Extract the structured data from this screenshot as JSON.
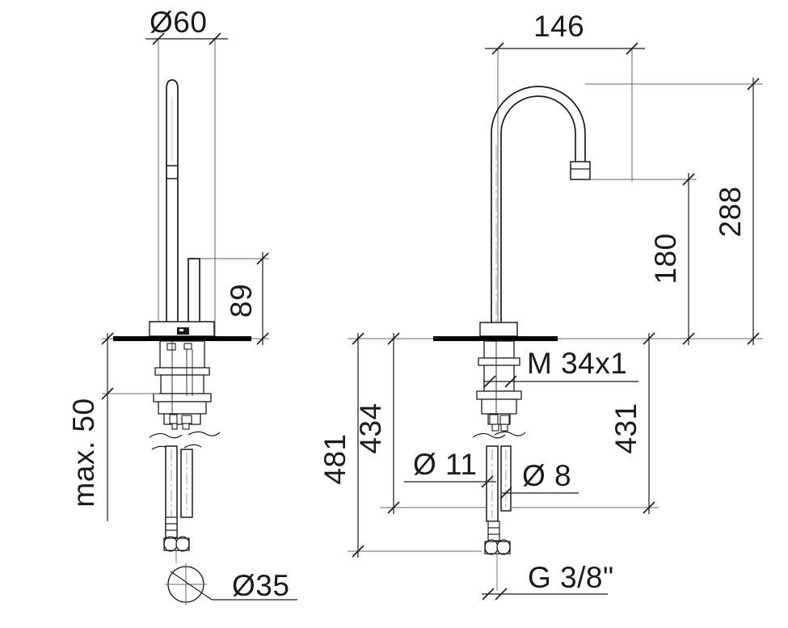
{
  "drawing": {
    "type": "technical-dimension-drawing",
    "subject": "single-lever basin mixer faucet - two elevation views",
    "units": "mm",
    "line_color": "#1a1a1a",
    "thin_line_color": "#555555",
    "background": "#ffffff"
  },
  "views": {
    "left": {
      "name": "side-elevation-view",
      "description": "side view of faucet with slim cylindrical spout and side lever handle"
    },
    "right": {
      "name": "front-elevation-view",
      "description": "front view of faucet with gooseneck arch spout"
    }
  },
  "dimensions": {
    "left_view": [
      {
        "id": "dia-60",
        "label": "Ø 60",
        "value": "60",
        "symbol": "diameter",
        "orientation": "horizontal",
        "position": "top"
      },
      {
        "id": "h-89",
        "label": "89",
        "value": "89",
        "symbol": "none",
        "orientation": "vertical",
        "position": "right"
      },
      {
        "id": "max-50",
        "label": "max. 50",
        "value": "50",
        "symbol": "max",
        "orientation": "vertical",
        "position": "left"
      },
      {
        "id": "dia-35",
        "label": "Ø 35",
        "value": "35",
        "symbol": "diameter",
        "orientation": "leader",
        "position": "bottom"
      }
    ],
    "right_view": [
      {
        "id": "w-146",
        "label": "146",
        "value": "146",
        "symbol": "none",
        "orientation": "horizontal",
        "position": "top"
      },
      {
        "id": "h-288",
        "label": "288",
        "value": "288",
        "symbol": "none",
        "orientation": "vertical",
        "position": "right-outer"
      },
      {
        "id": "h-180",
        "label": "180",
        "value": "180",
        "symbol": "none",
        "orientation": "vertical",
        "position": "right-inner"
      },
      {
        "id": "h-481",
        "label": "481",
        "value": "481",
        "symbol": "none",
        "orientation": "vertical",
        "position": "left-outer"
      },
      {
        "id": "h-434",
        "label": "434",
        "value": "434",
        "symbol": "none",
        "orientation": "vertical",
        "position": "left-inner"
      },
      {
        "id": "h-431",
        "label": "431",
        "value": "431",
        "symbol": "none",
        "orientation": "vertical",
        "position": "right"
      },
      {
        "id": "thread-m34",
        "label": "M 34x1",
        "value": "M 34x1",
        "symbol": "thread",
        "orientation": "leader",
        "position": "center"
      },
      {
        "id": "dia-11",
        "label": "Ø 11",
        "value": "11",
        "symbol": "diameter",
        "orientation": "leader",
        "position": "lower-left"
      },
      {
        "id": "dia-8",
        "label": "Ø 8",
        "value": "8",
        "symbol": "diameter",
        "orientation": "leader",
        "position": "lower-right"
      },
      {
        "id": "thread-g38",
        "label": "G 3/8\"",
        "value": "G 3/8\"",
        "symbol": "thread",
        "orientation": "leader",
        "position": "bottom"
      }
    ]
  },
  "labels": {
    "dia60": "Ø60",
    "h89": "89",
    "max50": "max. 50",
    "dia35": "Ø35",
    "w146": "146",
    "h288": "288",
    "h180": "180",
    "h481": "481",
    "h434": "434",
    "h431": "431",
    "m34x1": "M 34x1",
    "dia11": "Ø 11",
    "dia8": "Ø 8",
    "g38": "G 3/8\""
  }
}
